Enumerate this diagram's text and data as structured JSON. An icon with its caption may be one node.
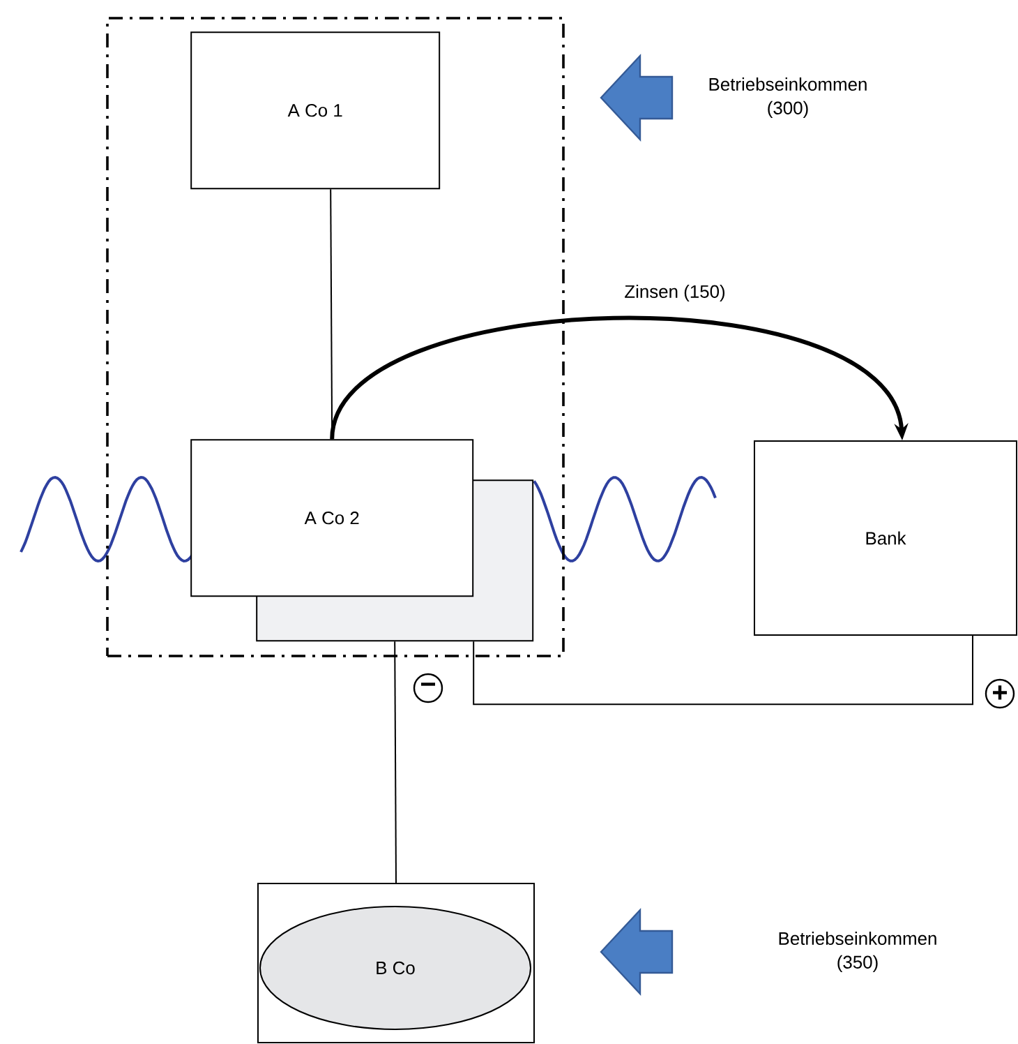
{
  "diagram": {
    "nodes": [
      {
        "text": [],
        "shape": "box"
      },
      {
        "text": [
          "A Co 1"
        ],
        "in": 0
      },
      {
        "text": [
          "A Co 2"
        ],
        "in": 0
      },
      {
        "text": [],
        "shape": "box",
        "in": 0
      },
      {
        "text": [
          "Bank"
        ]
      },
      {
        "text": [],
        "shape": "box"
      },
      {
        "text": [
          "B Co"
        ],
        "in": 5
      }
    ],
    "edges": [
      {
        "from": 1,
        "to": 2,
        "arrow": "none"
      },
      {
        "from": 2,
        "to": 4,
        "arrow": "to",
        "label": "Zinsen (150)",
        "style": "thick"
      },
      {
        "from": 3,
        "to": 5,
        "arrow": "none"
      },
      {
        "from": 3,
        "to": 4,
        "arrow": "none"
      }
    ],
    "labels": [
      "Betriebseinkommen (300)",
      "−",
      "+",
      "Betriebseinkommen (350)"
    ]
  }
}
